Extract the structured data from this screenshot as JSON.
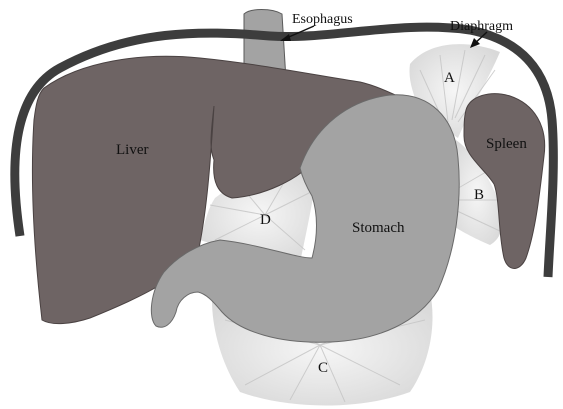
{
  "labels": {
    "esophagus": "Esophagus",
    "diaphragm": "Diaphragm",
    "liver": "Liver",
    "stomach": "Stomach",
    "spleen": "Spleen",
    "ligament_a": "A",
    "ligament_b": "B",
    "ligament_c": "C",
    "ligament_d": "D"
  },
  "colors": {
    "diaphragm": "#3d3d3d",
    "liver": "#6e6464",
    "spleen": "#6e6464",
    "stomach": "#a3a3a3",
    "esophagus": "#a3a3a3",
    "ligament_fill": "#eeeeee",
    "ligament_streak": "#b9b9b9"
  }
}
